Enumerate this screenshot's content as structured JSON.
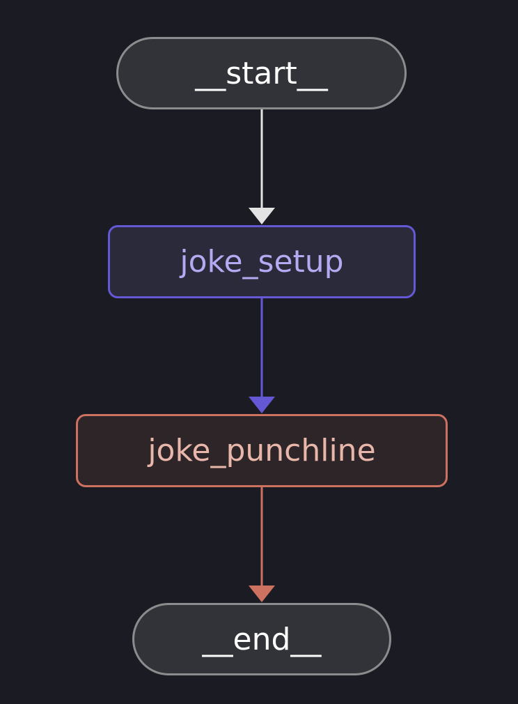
{
  "diagram": {
    "nodes": [
      {
        "id": "start",
        "label": "__start__",
        "kind": "terminal",
        "text_color": "#ffffff"
      },
      {
        "id": "joke_setup",
        "label": "joke_setup",
        "kind": "step",
        "text_color": "#b3aaf1",
        "accent": "#6458d4"
      },
      {
        "id": "joke_punchline",
        "label": "joke_punchline",
        "kind": "step",
        "text_color": "#e9b6aa",
        "accent": "#cd7160"
      },
      {
        "id": "end",
        "label": "__end__",
        "kind": "terminal",
        "text_color": "#ffffff"
      }
    ],
    "edges": [
      {
        "from": "start",
        "to": "joke_setup",
        "color": "#e3e3e3"
      },
      {
        "from": "joke_setup",
        "to": "joke_punchline",
        "color": "#6458d4"
      },
      {
        "from": "joke_punchline",
        "to": "end",
        "color": "#cd7160"
      }
    ],
    "background": "#1b1c23"
  }
}
